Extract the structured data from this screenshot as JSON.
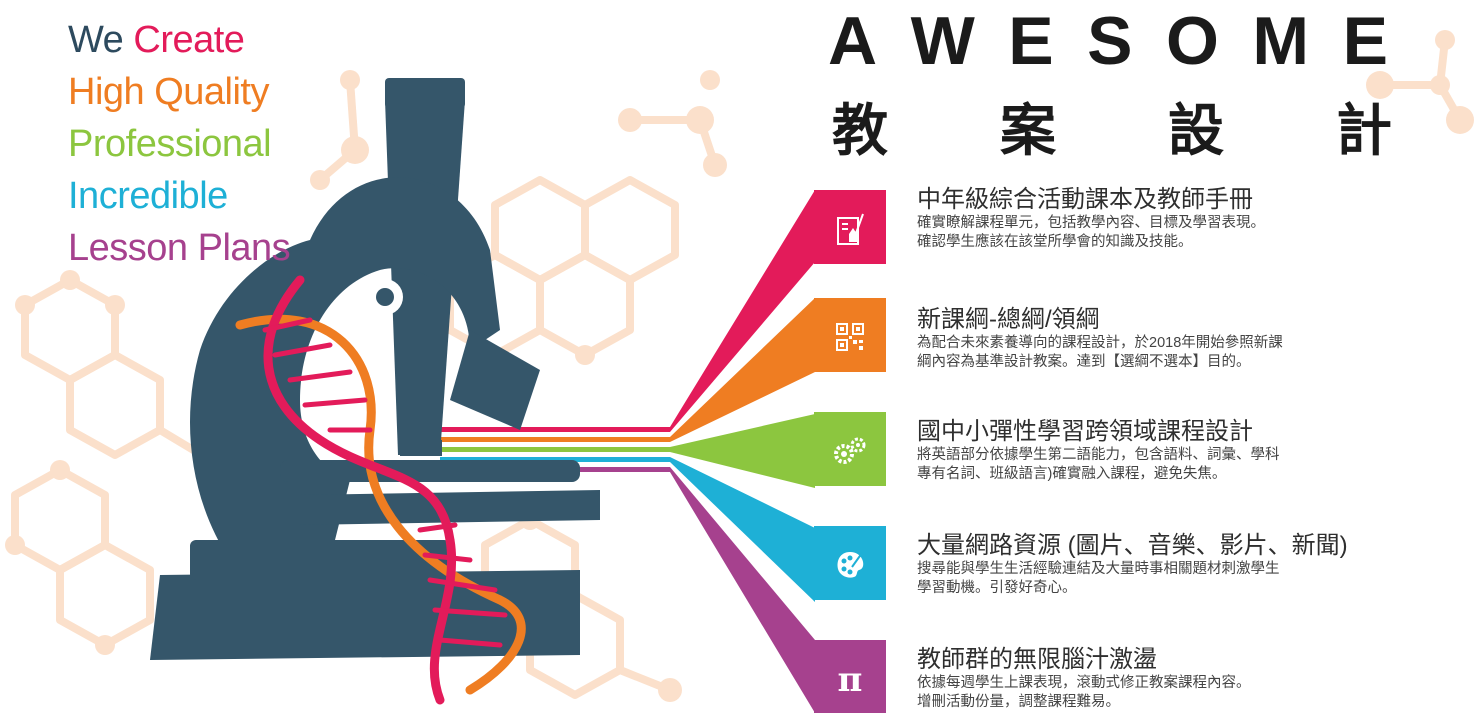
{
  "tagline": [
    {
      "parts": [
        {
          "text": "We ",
          "color": "#2d4a5e"
        },
        {
          "text": "Create",
          "color": "#e31b5a"
        }
      ]
    },
    {
      "parts": [
        {
          "text": "High Quality",
          "color": "#ef7d22"
        }
      ]
    },
    {
      "parts": [
        {
          "text": "Professional",
          "color": "#8cc63f"
        }
      ]
    },
    {
      "parts": [
        {
          "text": "Incredible",
          "color": "#1eb0d6"
        }
      ]
    },
    {
      "parts": [
        {
          "text": "Lesson Plans",
          "color": "#a6418e"
        }
      ]
    }
  ],
  "title_en": "AWESOME",
  "title_zh": "教案設計",
  "items": [
    {
      "color": "#e31b5a",
      "icon": "lab-notebook-icon",
      "title": "中年級綜合活動課本及教師手冊",
      "lines": [
        "確實瞭解課程單元，包括教學內容、目標及學習表現。",
        "確認學生應該在該堂所學會的知識及技能。"
      ]
    },
    {
      "color": "#ef7d22",
      "icon": "qr-code-icon",
      "title": "新課綱-總綱/領綱",
      "lines": [
        "為配合未來素養導向的課程設計，於2018年開始參照新課",
        "綱內容為基準設計教案。達到【選綱不選本】目的。"
      ]
    },
    {
      "color": "#8cc63f",
      "icon": "gears-icon",
      "title": "國中小彈性學習跨領域課程設計",
      "lines": [
        "將英語部分依據學生第二語能力，包含語料、詞彙、學科",
        "專有名詞、班級語言)確實融入課程，避免失焦。"
      ]
    },
    {
      "color": "#1eb0d6",
      "icon": "paint-palette-icon",
      "title": "大量網路資源 (圖片、音樂、影片、新聞)",
      "lines": [
        "搜尋能與學生生活經驗連結及大量時事相關題材刺激學生",
        "學習動機。引發好奇心。"
      ]
    },
    {
      "color": "#a6418e",
      "icon": "pi-icon",
      "title": "教師群的無限腦汁激盪",
      "lines": [
        "依據每週學生上課表現，滾動式修正教案課程內容。",
        "增刪活動份量，調整課程難易。"
      ]
    }
  ]
}
